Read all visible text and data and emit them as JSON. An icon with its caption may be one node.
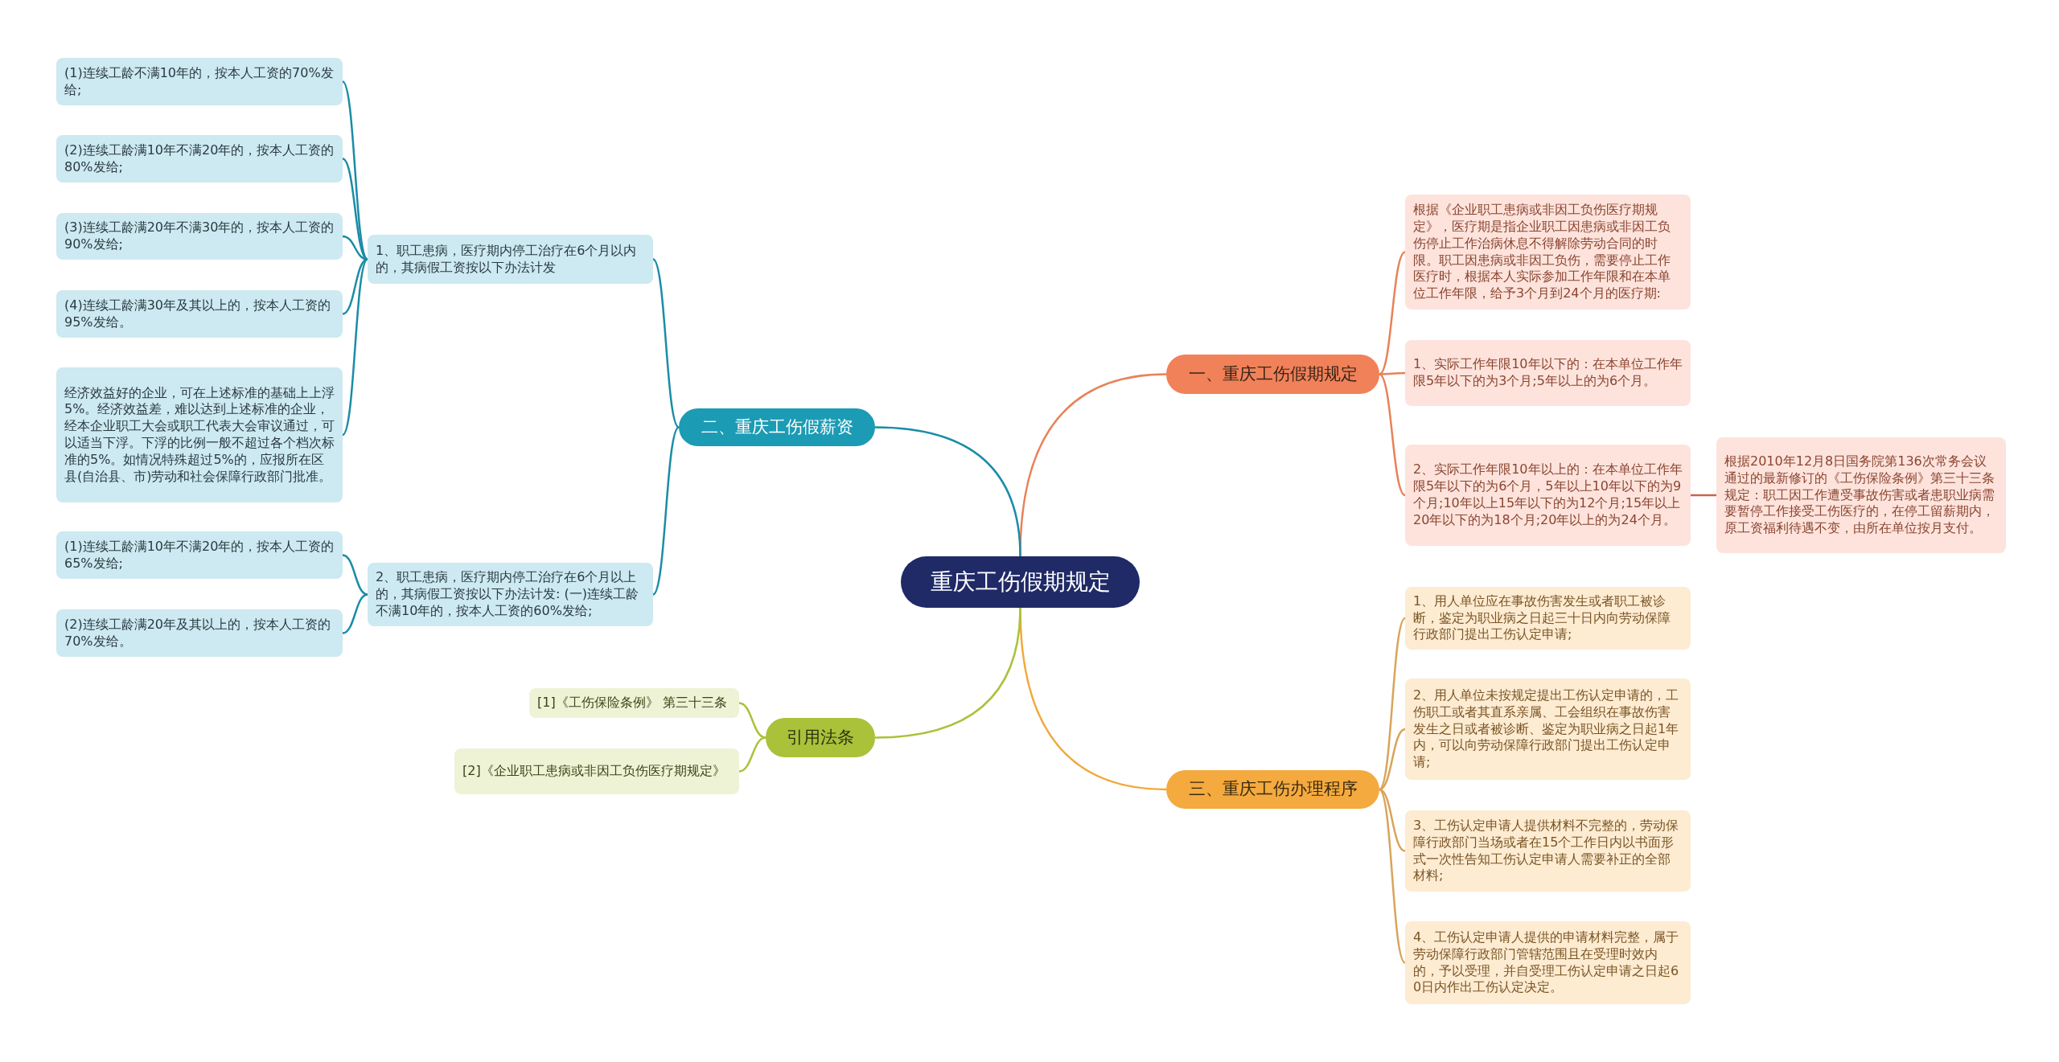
{
  "diagram": {
    "nodes": [
      {
        "text": [
          "重庆工伤假期规定"
        ]
      },
      {
        "text": [
          "一、重庆工伤假期规定"
        ]
      },
      {
        "text": [
          "根据《企业职工患病或非因工负伤医疗期规定》，医疗期是指企业职工因患病或非因工负伤停止工作治病休息不得解除劳动合同的时限。职工因患病或非因工负伤，需要停止工作医疗时，根据本人实际参加工作年限和在本单位工作年限，给予3个月到24个月的医疗期:"
        ]
      },
      {
        "text": [
          "1、实际工作年限10年以下的：在本单位工作年限5年以下的为3个月;5年以上的为6个月。"
        ]
      },
      {
        "text": [
          "2、实际工作年限10年以上的：在本单位工作年限5年以下的为6个月，5年以上10年以下的为9个月;10年以上15年以下的为12个月;15年以上20年以下的为18个月;20年以上的为24个月。"
        ]
      },
      {
        "text": [
          "根据2010年12月8日国务院第136次常务会议通过的最新修订的《工伤保险条例》第三十三条规定：职工因工作遭受事故伤害或者患职业病需要暂停工作接受工伤医疗的，在停工留薪期内，原工资福利待遇不变，由所在单位按月支付。"
        ]
      },
      {
        "text": [
          "三、重庆工伤办理程序"
        ]
      },
      {
        "text": [
          "1、用人单位应在事故伤害发生或者职工被诊断，鉴定为职业病之日起三十日内向劳动保障行政部门提出工伤认定申请;"
        ]
      },
      {
        "text": [
          "2、用人单位未按规定提出工伤认定申请的，工伤职工或者其直系亲属、工会组织在事故伤害发生之日或者被诊断、鉴定为职业病之日起1年内，可以向劳动保障行政部门提出工伤认定申请;"
        ]
      },
      {
        "text": [
          "3、工伤认定申请人提供材料不完整的，劳动保障行政部门当场或者在15个工作日内以书面形式一次性告知工伤认定申请人需要补正的全部材料;"
        ]
      },
      {
        "text": [
          "4、工伤认定申请人提供的申请材料完整，属于劳动保障行政部门管辖范围且在受理时效内的，予以受理，并自受理工伤认定申请之日起60日内作出工伤认定决定。"
        ]
      },
      {
        "text": [
          "二、重庆工伤假薪资"
        ]
      },
      {
        "text": [
          "1、职工患病，医疗期内停工治疗在6个月以内的，其病假工资按以下办法计发"
        ]
      },
      {
        "text": [
          "(1)连续工龄不满10年的，按本人工资的70%发给;"
        ]
      },
      {
        "text": [
          "(2)连续工龄满10年不满20年的，按本人工资的80%发给;"
        ]
      },
      {
        "text": [
          "(3)连续工龄满20年不满30年的，按本人工资的90%发给;"
        ]
      },
      {
        "text": [
          "(4)连续工龄满30年及其以上的，按本人工资的95%发给。"
        ]
      },
      {
        "text": [
          "经济效益好的企业，可在上述标准的基础上上浮5%。经济效益差，难以达到上述标准的企业，经本企业职工大会或职工代表大会审议通过，可以适当下浮。下浮的比例一般不超过各个档次标准的5%。如情况特殊超过5%的，应报所在区县(自治县、市)劳动和社会保障行政部门批准。"
        ]
      },
      {
        "text": [
          "2、职工患病，医疗期内停工治疗在6个月以上的，其病假工资按以下办法计发: (一)连续工龄不满10年的，按本人工资的60%发给;"
        ]
      },
      {
        "text": [
          "(1)连续工龄满10年不满20年的，按本人工资的65%发给;"
        ]
      },
      {
        "text": [
          "(2)连续工龄满20年及其以上的，按本人工资的70%发给。"
        ]
      },
      {
        "text": [
          "引用法条"
        ]
      },
      {
        "text": [
          "[1]《工伤保险条例》 第三十三条"
        ]
      },
      {
        "text": [
          "[2]《企业职工患病或非因工负伤医疗期规定》"
        ]
      }
    ],
    "edges": [
      {
        "from": 0,
        "to": 1,
        "arrow": "none",
        "color": "#e8825a"
      },
      {
        "from": 0,
        "to": 6,
        "arrow": "none",
        "color": "#f0a93a"
      },
      {
        "from": 0,
        "to": 11,
        "arrow": "none"
      },
      {
        "from": 0,
        "to": 21,
        "arrow": "none",
        "color": "#a9c23a"
      },
      {
        "from": 1,
        "to": 2,
        "arrow": "none",
        "color": "#e8825a"
      },
      {
        "from": 1,
        "to": 3,
        "arrow": "none",
        "color": "#e8825a"
      },
      {
        "from": 1,
        "to": 4,
        "arrow": "none",
        "color": "#e8825a"
      },
      {
        "from": 4,
        "to": 5,
        "arrow": "none",
        "color": "#c9644a"
      },
      {
        "from": 6,
        "to": 7,
        "arrow": "none",
        "color": "#d9a45a"
      },
      {
        "from": 6,
        "to": 8,
        "arrow": "none",
        "color": "#d9a45a"
      },
      {
        "from": 6,
        "to": 9,
        "arrow": "none",
        "color": "#d9a45a"
      },
      {
        "from": 6,
        "to": 10,
        "arrow": "none",
        "color": "#d9a45a"
      },
      {
        "from": 11,
        "to": 12,
        "arrow": "none"
      },
      {
        "from": 11,
        "to": 18,
        "arrow": "none"
      },
      {
        "from": 12,
        "to": 13,
        "arrow": "none"
      },
      {
        "from": 12,
        "to": 14,
        "arrow": "none"
      },
      {
        "from": 12,
        "to": 15,
        "arrow": "none"
      },
      {
        "from": 12,
        "to": 16,
        "arrow": "none"
      },
      {
        "from": 12,
        "to": 17,
        "arrow": "none"
      },
      {
        "from": 18,
        "to": 19,
        "arrow": "none"
      },
      {
        "from": 18,
        "to": 20,
        "arrow": "none"
      },
      {
        "from": 21,
        "to": 22,
        "arrow": "none",
        "color": "#a9c23a"
      },
      {
        "from": 21,
        "to": 23,
        "arrow": "none",
        "color": "#a9c23a"
      }
    ]
  }
}
